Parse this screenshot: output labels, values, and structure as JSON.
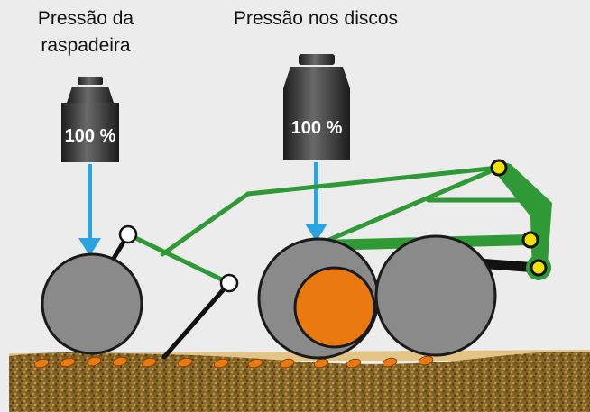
{
  "labels": {
    "scraper_pressure_line1": "Pressão da",
    "scraper_pressure_line2": "raspadeira",
    "disc_pressure": "Pressão nos discos"
  },
  "weights": {
    "scraper": "100 %",
    "discs": "100 %"
  },
  "colors": {
    "frame_green": "#2f9a35",
    "arrow_blue": "#2aa3e0",
    "wheel_gray": "#8a8a8a",
    "seed_orange": "#ea7a10",
    "pivot_yellow": "#f2e200",
    "soil_brown": "#8a6a2a"
  }
}
